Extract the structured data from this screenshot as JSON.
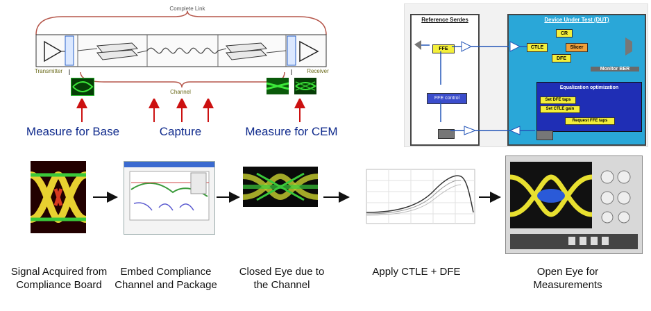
{
  "top_left": {
    "complete_link_label": "Complete Link",
    "transmitter_label": "Transmitter",
    "receiver_label": "Receiver",
    "channel_label": "Channel",
    "measure_base_label": "Measure for Base",
    "capture_label": "Capture",
    "measure_cem_label": "Measure for CEM"
  },
  "top_right": {
    "reference_serdes_title": "Reference Serdes",
    "dut_title": "Device Under Test (DUT)",
    "ffe_label": "FFE",
    "ffe_control_label": "FFE control",
    "ctle_label": "CTLE",
    "cr_label": "CR",
    "slicer_label": "Slicer",
    "dfe_label": "DFE",
    "monitor_ber_label": "Monitor BER",
    "eq_opt_title": "Equalization optimization",
    "set_dfe_taps_label": "Set DFE taps",
    "set_ctle_gain_label": "Set CTLE gain",
    "request_ffe_taps_label": "Request FFE taps"
  },
  "steps": [
    {
      "caption": "Signal Acquired from Compliance Board"
    },
    {
      "caption": "Embed Compliance Channel and Package"
    },
    {
      "caption": "Closed Eye due to the Channel"
    },
    {
      "caption": "Apply CTLE + DFE"
    },
    {
      "caption": "Open Eye for Measurements"
    }
  ],
  "colors": {
    "blue_text": "#0f2a8c",
    "red_arrow": "#cc1111",
    "dut_blue": "#2aa7d8",
    "ffe_yellow": "#f4ef3a",
    "eye_green": "#1db324"
  }
}
